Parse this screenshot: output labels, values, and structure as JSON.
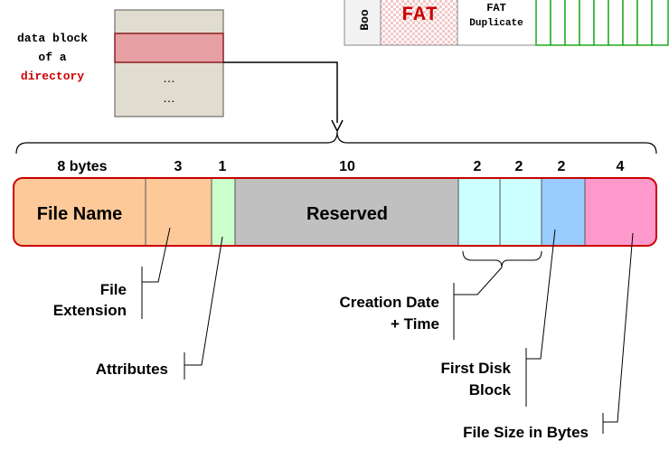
{
  "directory_block": {
    "caption_line1": "data block",
    "caption_line2": "of a",
    "caption_line3": "directory",
    "ellipsis_1": "…",
    "ellipsis_2": "…"
  },
  "disk_layout": {
    "boot_label": "Boo",
    "fat_label": "FAT",
    "fat_duplicate_line1": "FAT",
    "fat_duplicate_line2": "Duplicate"
  },
  "entry": {
    "sizes": {
      "file_name": "8 bytes",
      "extension": "3",
      "attributes": "1",
      "reserved": "10",
      "creation_a": "2",
      "creation_b": "2",
      "first_block": "2",
      "file_size": "4"
    },
    "fields": {
      "file_name": "File Name",
      "reserved": "Reserved"
    }
  },
  "callouts": {
    "file_extension_line1": "File",
    "file_extension_line2": "Extension",
    "attributes": "Attributes",
    "creation_line1": "Creation Date",
    "creation_line2": "+ Time",
    "first_block_line1": "First Disk",
    "first_block_line2": "Block",
    "file_size": "File Size in Bytes"
  },
  "colors": {
    "file_name": "#fdc999",
    "extension": "#fdc999",
    "attributes": "#ccffcc",
    "reserved": "#c0c0c0",
    "creation": "#ccffff",
    "first_block": "#99ccff",
    "file_size": "#ff99cc",
    "entry_border": "#cc0000",
    "dir_block": "#e0ddd0",
    "dir_highlight": "#e6a0a4",
    "fat_text": "#cc0000",
    "data_region": "#22aa22"
  }
}
